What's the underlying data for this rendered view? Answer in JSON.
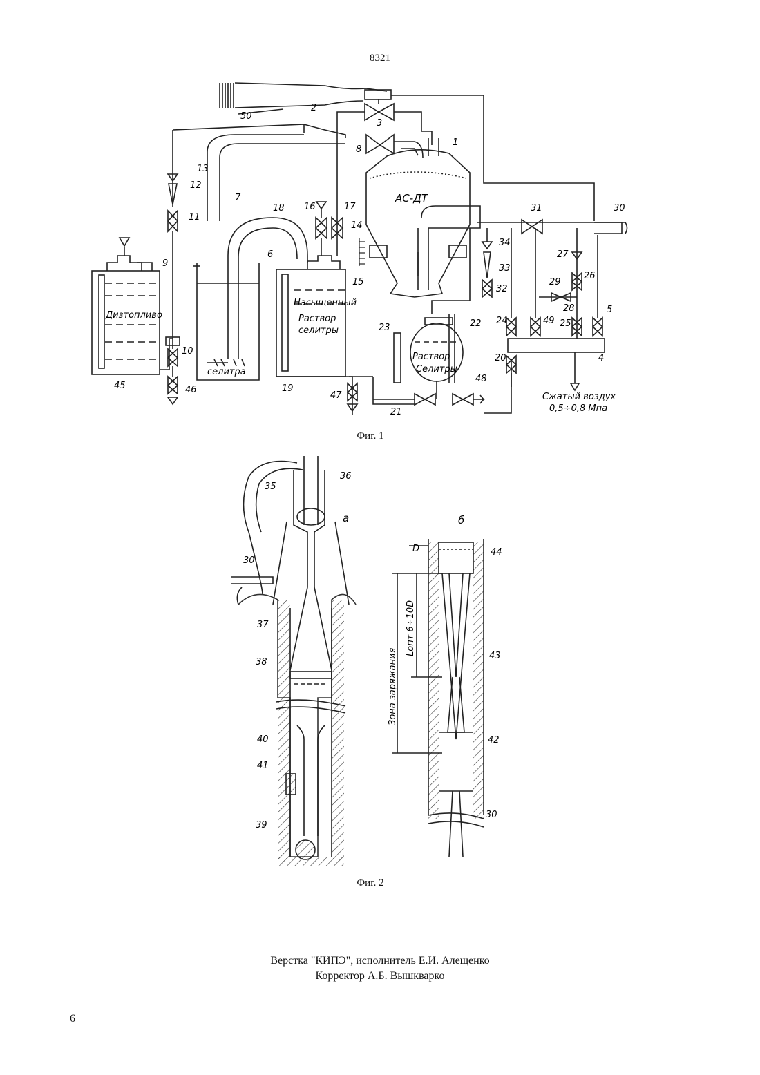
{
  "header": {
    "page_code": "8321"
  },
  "figure1": {
    "caption": "Фиг. 1",
    "labels": [
      "50",
      "2",
      "3",
      "1",
      "8",
      "13",
      "12",
      "7",
      "18",
      "16",
      "17",
      "14",
      "11",
      "6",
      "9",
      "15",
      "10",
      "46",
      "45",
      "19",
      "47",
      "31",
      "30",
      "34",
      "33",
      "32",
      "27",
      "26",
      "29",
      "28",
      "23",
      "22",
      "24",
      "49",
      "25",
      "5",
      "20",
      "4",
      "21",
      "48"
    ],
    "texts": {
      "hopper": "AC-ДТ",
      "diesel": "Дизтопливо",
      "saltpeter": "селитра",
      "saturated": "Насыщенный",
      "solution_l1": "Раствор",
      "solution_l2": "селитры",
      "tank2_l1": "Раствор",
      "tank2_l2": "Селитры",
      "air_l1": "Сжатый воздух",
      "air_l2": "0,5÷0,8 Мпа"
    }
  },
  "figure2": {
    "caption": "Фиг. 2",
    "part_a": "а",
    "part_b": "б",
    "labels": [
      "35",
      "36",
      "30",
      "37",
      "38",
      "40",
      "41",
      "39",
      "D",
      "44",
      "43",
      "42",
      "30"
    ],
    "zone_text": "Зона заряжания",
    "length_text": "Lопт 6÷10D"
  },
  "footer": {
    "line1": "Верстка \"КИПЭ\", исполнитель Е.И. Алещенко",
    "line2": "Корректор А.Б. Вышкварко",
    "page_number": "6"
  }
}
